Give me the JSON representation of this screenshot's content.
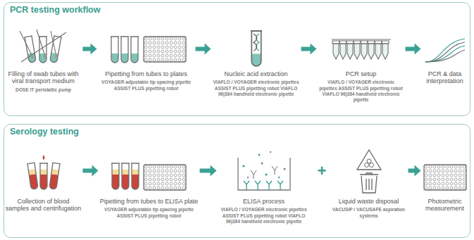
{
  "diagram": {
    "nodes": [
      {
        "text": [
          "PCR testing workflow"
        ]
      },
      {
        "text": [
          "Filling of swab tubes with viral transport medium",
          "DOSE IT peristaltic pump"
        ],
        "in": 0
      },
      {
        "text": [
          "Pipetting from tubes to plates",
          "VOYAGER adjustable tip spacing pipette ASSIST PLUS pipetting robot"
        ],
        "in": 0
      },
      {
        "text": [
          "Nucleic acid extraction",
          "VIAFLO / VOYAGER electronic pipettes ASSIST PLUS pipetting robot VIAFLO 96|384 handheld electronic pipette"
        ],
        "in": 0
      },
      {
        "text": [
          "PCR setup",
          "VIAFLO / VOYAGER electronic pipettes ASSIST PLUS pipetting robot VIAFLO 96|384 handheld electronic pipette"
        ],
        "in": 0
      },
      {
        "text": [
          "PCR & data interpretation"
        ],
        "in": 0
      },
      {
        "text": [
          "Serology testing"
        ]
      },
      {
        "text": [
          "Collection of blood samples and centrifugation"
        ],
        "in": 6
      },
      {
        "text": [
          "Pipetting from tubes to ELISA plate",
          "VOYAGER adjustable tip spacing pipette ASSIST PLUS pipetting robot"
        ],
        "in": 6
      },
      {
        "text": [
          "ELISA process",
          "VIAFLO / VOYAGER electronic pipettes ASSIST PLUS pipetting robot VIAFLO 96|384 handheld electronic pipette"
        ],
        "in": 6
      },
      {
        "text": [
          "Liquid waste disposal",
          "VACUSIP / VACUSAFE aspiration systems"
        ],
        "in": 6
      },
      {
        "text": [
          "Photometric measurement"
        ],
        "in": 6
      }
    ],
    "edges": [
      {
        "from": 1,
        "to": 2,
        "arrow": "to"
      },
      {
        "from": 2,
        "to": 3,
        "arrow": "to"
      },
      {
        "from": 3,
        "to": 4,
        "arrow": "to"
      },
      {
        "from": 4,
        "to": 5,
        "arrow": "to"
      },
      {
        "from": 7,
        "to": 8,
        "arrow": "to"
      },
      {
        "from": 8,
        "to": 9,
        "arrow": "to"
      },
      {
        "from": 10,
        "to": 11,
        "arrow": "to"
      }
    ],
    "labels": [
      "+"
    ]
  }
}
